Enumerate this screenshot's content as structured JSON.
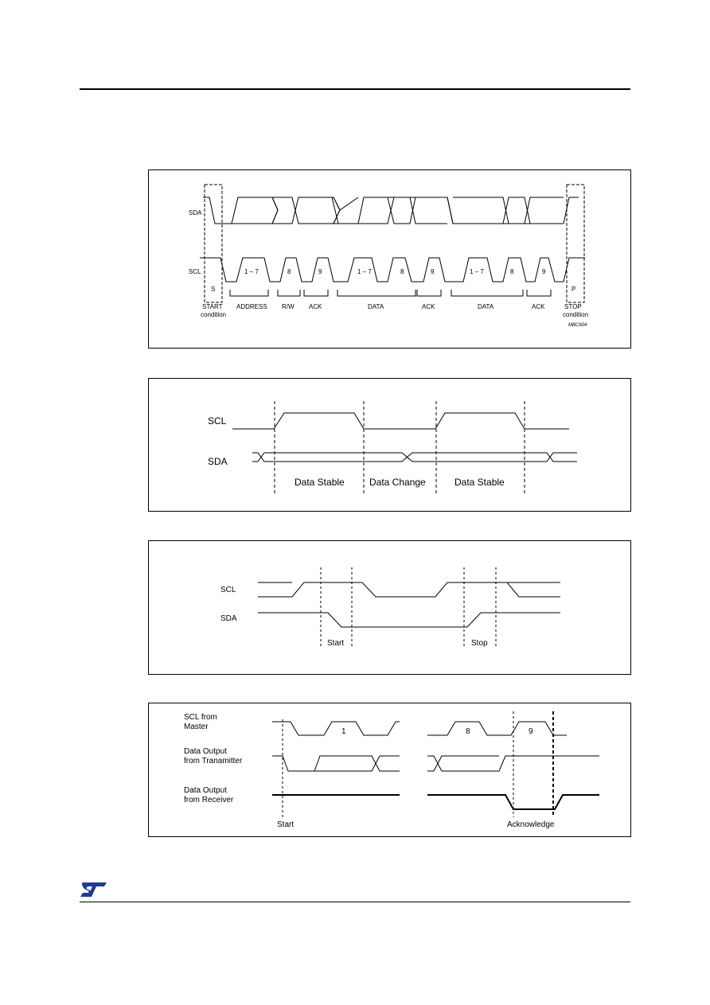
{
  "figure1": {
    "signals": [
      "SDA",
      "SCL"
    ],
    "bit_groups": [
      "1 – 7",
      "8",
      "9",
      "1 – 7",
      "8",
      "9",
      "1 – 7",
      "8",
      "9"
    ],
    "start_marker": "S",
    "stop_marker": "P",
    "phases": [
      "START",
      "condition",
      "ADDRESS",
      "R/W",
      "ACK",
      "DATA",
      "ACK",
      "DATA",
      "ACK",
      "STOP",
      "condition"
    ],
    "code": "MBC604"
  },
  "figure2": {
    "signals": [
      "SCL",
      "SDA"
    ],
    "phases": [
      "Data Stable",
      "Data Change",
      "Data Stable"
    ]
  },
  "figure3": {
    "signals": [
      "SCL",
      "SDA"
    ],
    "markers": [
      "Start",
      "Stop"
    ]
  },
  "figure4": {
    "signals": [
      "SCL from",
      "Master",
      "Data Output",
      "from Tranamitter",
      "Data Output",
      "from Receiver"
    ],
    "clock_numbers": [
      "1",
      "8",
      "9"
    ],
    "markers": [
      "Start",
      "Acknowledge"
    ]
  },
  "colors": {
    "line": "#000000",
    "logo": "#1f3c8f"
  },
  "icons": {
    "footer_logo": "st-logo-icon"
  }
}
